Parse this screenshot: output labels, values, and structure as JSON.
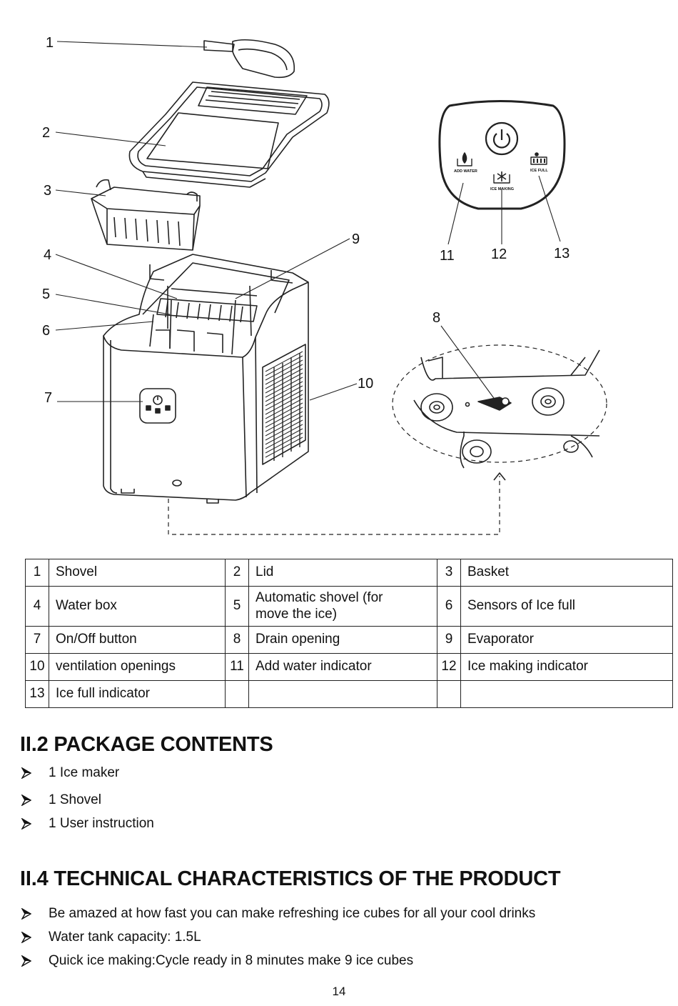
{
  "callouts": {
    "c1": "1",
    "c2": "2",
    "c3": "3",
    "c4": "4",
    "c5": "5",
    "c6": "6",
    "c7": "7",
    "c8": "8",
    "c9": "9",
    "c10": "10",
    "c11": "11",
    "c12": "12",
    "c13": "13"
  },
  "panel": {
    "add_water": "ADD WATER",
    "ice_making": "ICE MAKING",
    "ice_full": "ICE FULL"
  },
  "parts_table": [
    [
      {
        "n": "1",
        "label": "Shovel"
      },
      {
        "n": "2",
        "label": "Lid"
      },
      {
        "n": "3",
        "label": "Basket"
      }
    ],
    [
      {
        "n": "4",
        "label": "Water box"
      },
      {
        "n": "5",
        "label": "Automatic shovel (for move the ice)"
      },
      {
        "n": "6",
        "label": "Sensors of Ice full"
      }
    ],
    [
      {
        "n": "7",
        "label": "On/Off button"
      },
      {
        "n": "8",
        "label": "Drain opening"
      },
      {
        "n": "9",
        "label": "Evaporator"
      }
    ],
    [
      {
        "n": "10",
        "label": "ventilation openings"
      },
      {
        "n": "11",
        "label": "Add water indicator"
      },
      {
        "n": "12",
        "label": "Ice making indicator"
      }
    ],
    [
      {
        "n": "13",
        "label": "Ice full indicator"
      },
      {
        "n": "",
        "label": ""
      },
      {
        "n": "",
        "label": ""
      }
    ]
  ],
  "package": {
    "title": "II.2 PACKAGE CONTENTS",
    "items": [
      "1 Ice maker",
      "1 Shovel",
      "1 User instruction"
    ]
  },
  "technical": {
    "title": "II.4 TECHNICAL CHARACTERISTICS OF THE PRODUCT",
    "items": [
      "Be amazed at how fast you can make refreshing ice cubes for all your cool drinks",
      "Water tank capacity: 1.5L",
      "Quick ice making:Cycle ready in 8 minutes make 9 ice cubes"
    ]
  },
  "page_number": "14"
}
